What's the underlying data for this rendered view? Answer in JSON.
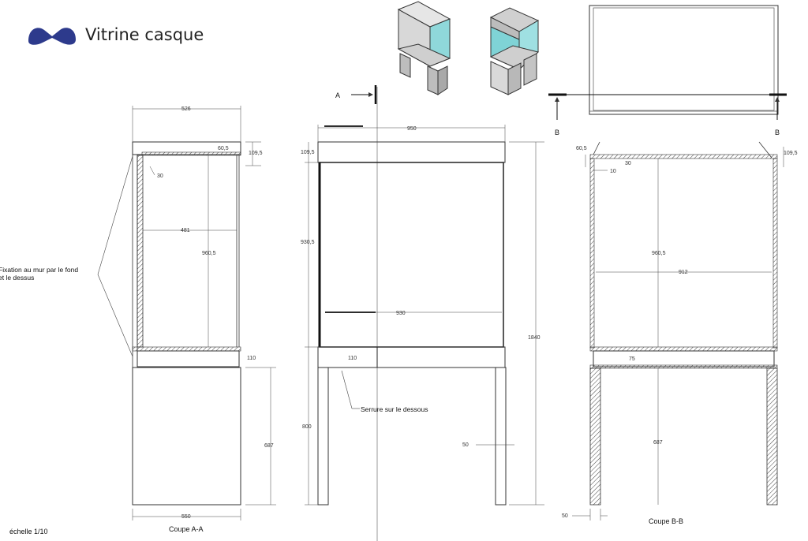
{
  "title": "Vitrine casque",
  "brand_color": "#2d3a8c",
  "glass_color": "#7fd3d6",
  "scale_label": "échelle 1/10",
  "section_a": {
    "caption": "Coupe A-A",
    "dim_width_top": "526",
    "dim_inner_width": "481",
    "dim_height_inner": "960,5",
    "dim_top_thickness": "109,5",
    "dim_top_inner": "60,5",
    "dim_side": "30",
    "dim_base": "110",
    "dim_leg": "687",
    "dim_width_bottom": "550",
    "note_line1": "Fixation au mur par le fond",
    "note_line2": "et le dessus"
  },
  "front": {
    "marker": "A",
    "dim_width": "950",
    "dim_top": "109,5",
    "dim_glass_height": "930,5",
    "dim_glass_width": "930",
    "dim_base": "110",
    "dim_total": "1840",
    "dim_leg_height": "800",
    "dim_leg_width": "50",
    "lock_note": "Serrure sur le dessous"
  },
  "section_b": {
    "caption": "Coupe B-B",
    "marker_left": "B",
    "marker_right": "B",
    "dim_top_left": "60,5",
    "dim_top_right": "109,5",
    "dim_30": "30",
    "dim_10": "10",
    "dim_height": "960,5",
    "dim_width": "912",
    "dim_base": "75",
    "dim_leg": "687",
    "dim_leg_width": "50"
  }
}
